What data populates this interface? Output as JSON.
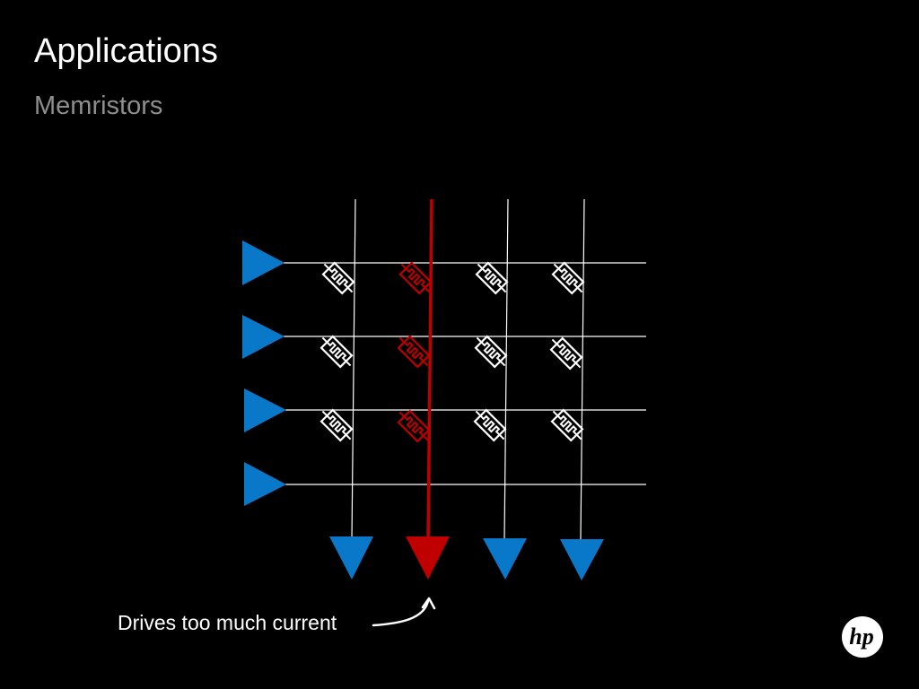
{
  "slide": {
    "title": "Applications",
    "subtitle": "Memristors"
  },
  "annotation": {
    "caption": "Drives too much current"
  },
  "crossbar": {
    "rows": 4,
    "columns": 4,
    "memristor_rows": 3,
    "highlighted_column": 2
  },
  "logo": {
    "text": "hp"
  },
  "colors": {
    "background": "#000000",
    "title": "#ffffff",
    "subtitle": "#8e8e8e",
    "driver": "#0a78c8",
    "highlight": "#c00000",
    "wire": "#ffffff"
  },
  "icons": {
    "row_driver": "triangle-right-icon",
    "column_sense": "triangle-down-icon",
    "memristor": "memristor-icon",
    "arrow": "curved-arrow-icon",
    "logo": "hp-logo-icon"
  }
}
